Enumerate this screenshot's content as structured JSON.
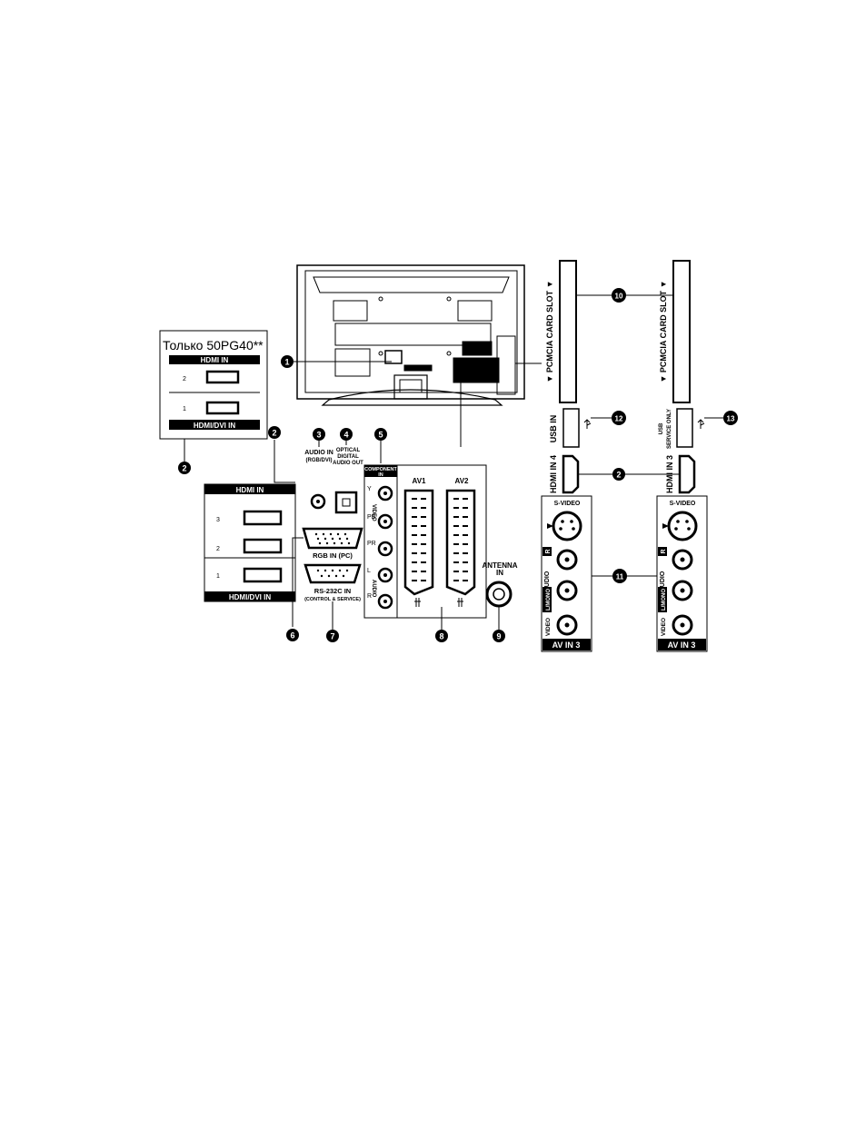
{
  "inset_title": "Только 50PG40**",
  "hdmi_in_label": "HDMI IN",
  "hdmi_dvi_label": "HDMI/DVI IN",
  "port_1": "1",
  "port_2": "2",
  "port_3": "3",
  "audio_in_label": "AUDIO IN",
  "audio_in_sub": "(RGB/DVI)",
  "optical_label_1": "OPTICAL",
  "optical_label_2": "DIGITAL",
  "optical_label_3": "AUDIO OUT",
  "component_label_1": "COMPONENT",
  "component_label_2": "IN",
  "component_video": "VIDEO",
  "component_audio": "AUDIO",
  "comp_y": "Y",
  "comp_pb": "PB",
  "comp_pr": "PR",
  "comp_l": "L",
  "comp_r": "R",
  "rgb_label": "RGB IN (PC)",
  "rs232_label": "RS-232C IN",
  "rs232_sub": "(CONTROL & SERVICE)",
  "av1_label": "AV1",
  "av2_label": "AV2",
  "antenna_label_1": "ANTENNA",
  "antenna_label_2": "IN",
  "pcmcia_label": "▼ PCMCIA CARD SLOT ▼",
  "usb_in_label": "USB IN",
  "usb_service_1": "USB",
  "usb_service_2": "SERVICE ONLY",
  "hdmi_in_4": "HDMI IN 4",
  "hdmi_in_3": "HDMI IN 3",
  "svideo_label": "S-VIDEO",
  "side_audio": "AUDIO",
  "side_lmono": "L/MONO",
  "side_r": "R",
  "side_video": "VIDEO",
  "av_in_3": "AV IN 3",
  "callouts": {
    "n1": "1",
    "n2": "2",
    "n3": "3",
    "n4": "4",
    "n5": "5",
    "n6": "6",
    "n7": "7",
    "n8": "8",
    "n9": "9",
    "n10": "10",
    "n11": "11",
    "n12": "12",
    "n13": "13"
  }
}
